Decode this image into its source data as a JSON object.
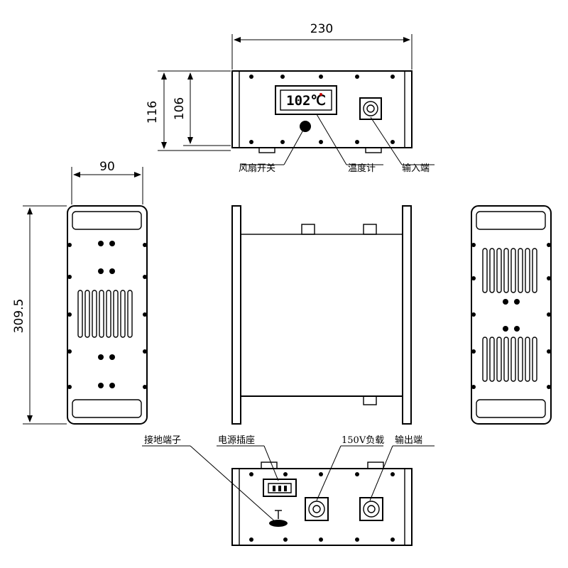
{
  "dimensions": {
    "width_top": "230",
    "height_outer": "116",
    "height_inner": "106",
    "side_width": "90",
    "length": "309.5"
  },
  "display": {
    "temperature_reading": "102℃"
  },
  "labels": {
    "fan_switch": "风扇开关",
    "thermometer": "温度计",
    "input_terminal": "输入端",
    "ground_terminal": "接地端子",
    "power_socket": "电源插座",
    "load_150v": "150V负载",
    "output_terminal": "输出端"
  }
}
